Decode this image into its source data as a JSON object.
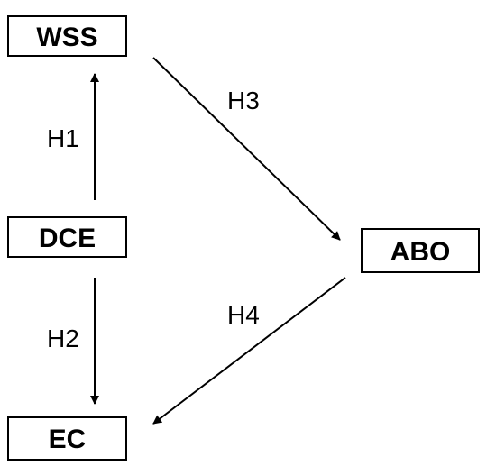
{
  "nodes": {
    "wss": "WSS",
    "dce": "DCE",
    "ec": "EC",
    "abo": "ABO"
  },
  "edges": [
    {
      "label": "H1",
      "from": "DCE",
      "to": "WSS"
    },
    {
      "label": "H2",
      "from": "DCE",
      "to": "EC"
    },
    {
      "label": "H3",
      "from": "WSS",
      "to": "ABO"
    },
    {
      "label": "H4",
      "from": "ABO",
      "to": "EC"
    }
  ],
  "colors": {
    "stroke": "#000000",
    "background": "#ffffff"
  }
}
